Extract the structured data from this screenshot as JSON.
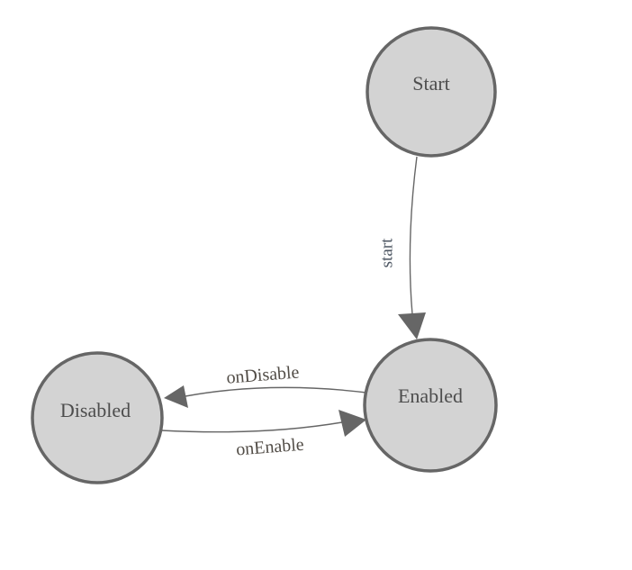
{
  "diagram": {
    "type": "state-machine",
    "colors": {
      "background": "#ffffff",
      "node_fill": "#d3d3d3",
      "node_stroke": "#666666",
      "edge_stroke": "#666666",
      "arrow_fill": "#666666",
      "label_text": "#4d4d4d"
    },
    "nodes": [
      {
        "id": "start",
        "label": "Start"
      },
      {
        "id": "enabled",
        "label": "Enabled"
      },
      {
        "id": "disabled",
        "label": "Disabled"
      }
    ],
    "edges": [
      {
        "from": "Start",
        "to": "Enabled",
        "label": "start"
      },
      {
        "from": "Enabled",
        "to": "Disabled",
        "label": "onDisable"
      },
      {
        "from": "Disabled",
        "to": "Enabled",
        "label": "onEnable"
      }
    ]
  }
}
